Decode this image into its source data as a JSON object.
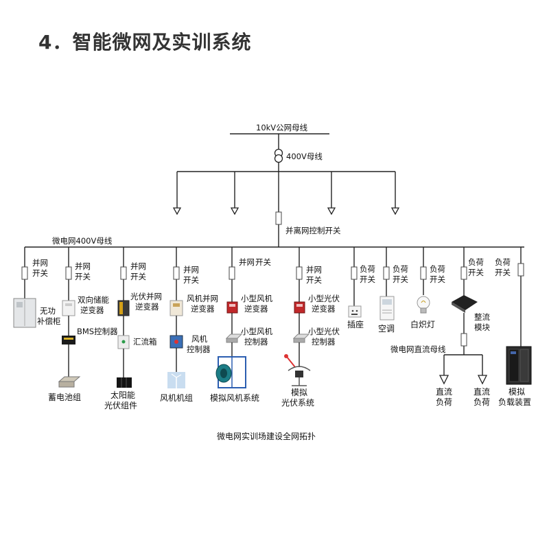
{
  "title": "4．智能微网及实训系统",
  "caption": "微电网实训场建设全网拓扑",
  "buses": {
    "grid_10kv": "10kV公网母线",
    "bus_400v": "400V母线",
    "microgrid_400v": "微电网400V母线",
    "microgrid_dc": "微电网直流母线"
  },
  "island_switch": "并离网控制开关",
  "switches": {
    "grid_tie": [
      "并网",
      "开关"
    ],
    "load": [
      "负荷",
      "开关"
    ]
  },
  "devices": {
    "reactive_comp": [
      "无功",
      "补偿柜"
    ],
    "bidir_inverter": [
      "双向储能",
      "逆变器"
    ],
    "bms": "BMS控制器",
    "battery": "蓄电池组",
    "pv_inverter": [
      "光伏并网",
      "逆变器"
    ],
    "combiner": "汇流箱",
    "pv_module": [
      "太阳能",
      "光伏组件"
    ],
    "wind_inverter": [
      "风机并网",
      "逆变器"
    ],
    "wind_controller": [
      "风机",
      "控制器"
    ],
    "wind_unit": "风机机组",
    "small_wind_inverter": [
      "小型风机",
      "逆变器"
    ],
    "small_wind_controller": [
      "小型风机",
      "控制器"
    ],
    "sim_wind": "模拟风机系统",
    "small_pv_inverter": [
      "小型光伏",
      "逆变器"
    ],
    "small_pv_controller": [
      "小型光伏",
      "控制器"
    ],
    "sim_pv": [
      "模拟",
      "光伏系统"
    ],
    "socket": "插座",
    "ac": "空调",
    "lamp": "白炽灯",
    "rectifier": [
      "整流",
      "模块"
    ],
    "dc_load": [
      "直流",
      "负荷"
    ],
    "sim_load": [
      "模拟",
      "负载装置"
    ]
  },
  "colors": {
    "line": "#222222",
    "red_device": "#c0282a",
    "blue_frame": "#2a5db0",
    "teal": "#1c7d86"
  }
}
